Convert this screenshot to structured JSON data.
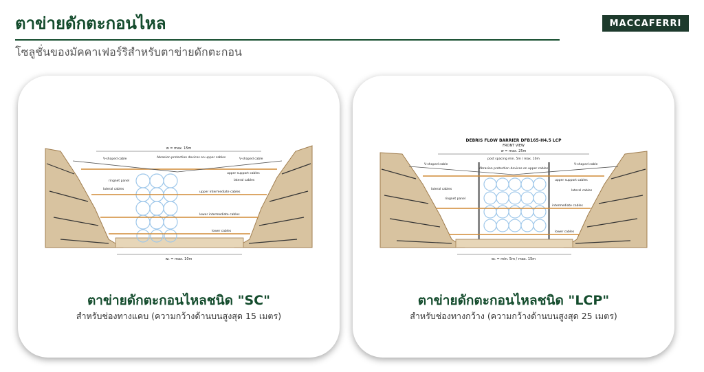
{
  "header": {
    "title": "ตาข่ายดักตะกอนไหล",
    "subtitle": "โซลูชั่นของมัคคาเฟอร์ริสำหรับตาข่ายดักตะกอน",
    "logo_text": "MACCAFERRI"
  },
  "colors": {
    "brand_green": "#134b2c",
    "logo_bg": "#1d3a2c",
    "ring_blue": "#9ec7ea",
    "soil": "#c9a77a",
    "cable": "#d08a35"
  },
  "cards": [
    {
      "title": "ตาข่ายดักตะกอนไหลชนิด \"SC\"",
      "description": "สำหรับช่องทางแคบ (ความกว้างด้านบนสูงสุด 15 เมตร)",
      "diagram": {
        "heading": "",
        "subheading": "",
        "top_width": "w = max. 15m",
        "bottom_width": "w₁ = max. 10m",
        "labels": [
          "V-shaped cable",
          "Abrasion protection devices on upper cables",
          "V-shaped cable",
          "upper support cables",
          "lateral cables",
          "ringnet panel",
          "upper intermediate cables",
          "lateral cables",
          "lower intermediate cables",
          "lower cables"
        ],
        "icon": "channel-cross-section-icon"
      }
    },
    {
      "title": "ตาข่ายดักตะกอนไหลชนิด \"LCP\"",
      "description": "สำหรับช่องทางกว้าง (ความกว้างด้านบนสูงสุด 25 เมตร)",
      "diagram": {
        "heading": "DEBRIS FLOW BARRIER DFB165-H4.5 LCP",
        "subheading": "FRONT VIEW",
        "top_width": "w = max. 25m",
        "bottom_width": "w₁ = min. 5m / max. 15m",
        "labels": [
          "V-shaped cable",
          "post spacing min. 5m / max. 10m",
          "Abrasion protection devices on upper cables",
          "V-shaped cable",
          "upper support cables",
          "lateral cables",
          "ringnet panel",
          "lateral cables",
          "intermediate cables",
          "lower cables"
        ],
        "icon": "channel-cross-section-icon"
      }
    }
  ]
}
